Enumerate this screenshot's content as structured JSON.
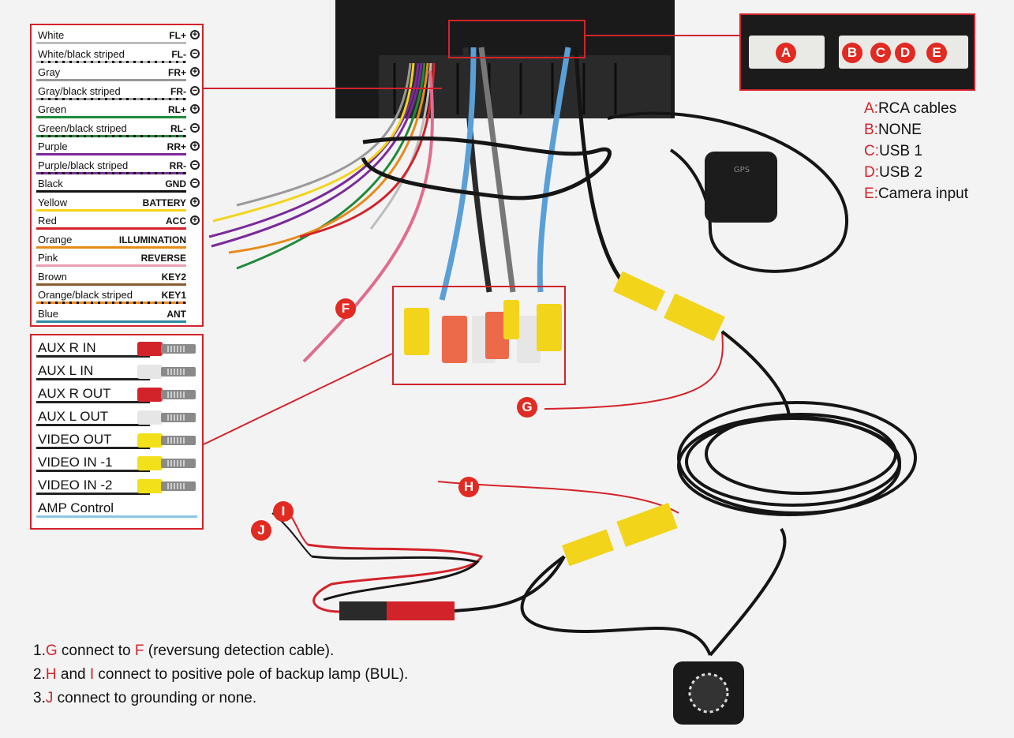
{
  "wires": [
    {
      "name": "White",
      "func": "FL+",
      "pol": "+",
      "color": "#bdbdbd",
      "dash": false
    },
    {
      "name": "White/black striped",
      "func": "FL-",
      "pol": "−",
      "color": "#bdbdbd",
      "dash": true
    },
    {
      "name": "Gray",
      "func": "FR+",
      "pol": "+",
      "color": "#9a9a9a",
      "dash": false
    },
    {
      "name": "Gray/black striped",
      "func": "FR-",
      "pol": "−",
      "color": "#9a9a9a",
      "dash": true
    },
    {
      "name": "Green",
      "func": "RL+",
      "pol": "+",
      "color": "#1f8a3a",
      "dash": false
    },
    {
      "name": "Green/black striped",
      "func": "RL-",
      "pol": "−",
      "color": "#1f8a3a",
      "dash": true
    },
    {
      "name": "Purple",
      "func": "RR+",
      "pol": "+",
      "color": "#7b2a9a",
      "dash": false
    },
    {
      "name": "Purple/black striped",
      "func": "RR-",
      "pol": "−",
      "color": "#7b2a9a",
      "dash": true
    },
    {
      "name": "Black",
      "func": "GND",
      "pol": "−",
      "color": "#111111",
      "dash": false
    },
    {
      "name": "Yellow",
      "func": "BATTERY",
      "pol": "+",
      "color": "#f2d41b",
      "dash": false
    },
    {
      "name": "Red",
      "func": "ACC",
      "pol": "+",
      "color": "#d3232a",
      "dash": false
    },
    {
      "name": "Orange",
      "func": "ILLUMINATION",
      "pol": "",
      "color": "#e88a1a",
      "dash": false
    },
    {
      "name": "Pink",
      "func": "REVERSE",
      "pol": "",
      "color": "#e8a0b0",
      "dash": false
    },
    {
      "name": "Brown",
      "func": "KEY2",
      "pol": "",
      "color": "#8a5a30",
      "dash": false
    },
    {
      "name": "Orange/black striped",
      "func": "KEY1",
      "pol": "",
      "color": "#e88a1a",
      "dash": true
    },
    {
      "name": "Blue",
      "func": "ANT",
      "pol": "",
      "color": "#2a8aa0",
      "dash": false
    }
  ],
  "rca": [
    {
      "name": "AUX R IN",
      "plug": "#d3232a"
    },
    {
      "name": "AUX L IN",
      "plug": "#e6e6e6"
    },
    {
      "name": "AUX R OUT",
      "plug": "#d3232a"
    },
    {
      "name": "AUX L OUT",
      "plug": "#e6e6e6"
    },
    {
      "name": "VIDEO OUT",
      "plug": "#f2e01b"
    },
    {
      "name": "VIDEO IN -1",
      "plug": "#f2e01b"
    },
    {
      "name": "VIDEO IN -2",
      "plug": "#f2e01b"
    },
    {
      "name": "AMP Control",
      "plug": ""
    }
  ],
  "connectors": [
    "A",
    "B",
    "C",
    "D",
    "E"
  ],
  "legend": [
    {
      "key": "A",
      "sep": ":",
      "text": "RCA cables"
    },
    {
      "key": "B",
      "sep": ":",
      "text": "NONE"
    },
    {
      "key": "C",
      "sep": ":",
      "text": "USB 1"
    },
    {
      "key": "D",
      "sep": ":",
      "text": "USB 2"
    },
    {
      "key": "E",
      "sep": ":",
      "text": "Camera input"
    }
  ],
  "photo_labels": [
    "F",
    "G",
    "H",
    "I",
    "J"
  ],
  "gps_label": "GPS",
  "notes": [
    {
      "num": "1.",
      "parts": [
        [
          "G",
          "r"
        ],
        [
          " connect to ",
          ""
        ],
        [
          "F",
          "r"
        ],
        [
          " (reversung detection cable).",
          ""
        ]
      ]
    },
    {
      "num": "2.",
      "parts": [
        [
          "H",
          "r"
        ],
        [
          " and ",
          ""
        ],
        [
          "I",
          "r"
        ],
        [
          " connect to positive pole of backup lamp (BUL).",
          ""
        ]
      ]
    },
    {
      "num": "3.",
      "parts": [
        [
          "J",
          "r"
        ],
        [
          " connect to grounding or none.",
          ""
        ]
      ]
    }
  ],
  "colors": {
    "accent": "#d3232a",
    "badge": "#e02a22",
    "cable": "#151515"
  }
}
